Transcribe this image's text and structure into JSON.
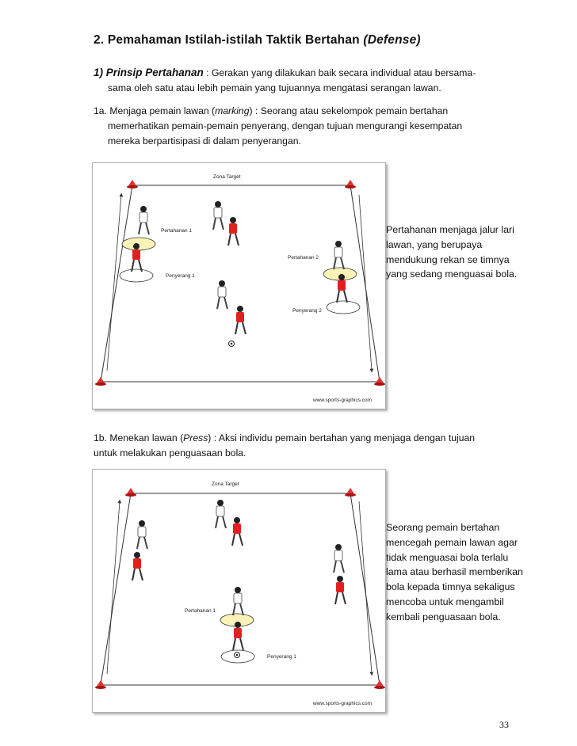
{
  "heading": {
    "text": "2.  Pemahaman Istilah-istilah Taktik Bertahan ",
    "italic": "(Defense)"
  },
  "p1": {
    "lead": "1) Prinsip  Pertahanan",
    "text1": " : Gerakan yang dilakukan baik secara individual atau bersama-",
    "text2": "sama oleh satu atau lebih pemain yang tujuannya mengatasi serangan lawan."
  },
  "p2": {
    "pre": "1a. Menjaga pemain lawan (",
    "em": "marking",
    "post": ") : Seorang atau sekelompok pemain bertahan",
    "line2": "memerhatikan pemain-pemain penyerang,  dengan tujuan mengurangi kesempatan",
    "line3": "mereka berpartisipasi di dalam penyerangan."
  },
  "fig1": {
    "zone": "Zona Target",
    "def1": "Pertahanan 1",
    "att1": "Penyerang 1",
    "def2": "Pertahanan 2",
    "att2": "Penyerang 2",
    "url": "www.sports-graphics.com",
    "note": "Pertahanan menjaga jalur lari lawan, yang berupaya mendukung rekan se timnya yang sedang menguasai bola."
  },
  "p3": {
    "pre": "1b. Menekan lawan (",
    "em": "Press",
    "post": ") : Aksi individu pemain bertahan yang menjaga dengan tujuan",
    "line2": "untuk melakukan penguasaan bola."
  },
  "fig2": {
    "zone": "Zona Target",
    "def1": "Pertahanan 1",
    "att1": "Penyerang 1",
    "url": "www.sports-graphics.com",
    "note": "Seorang pemain bertahan mencegah pemain lawan agar tidak menguasai bola terlalu lama atau berhasil memberikan bola kepada timnya sekaligus  mencoba untuk mengambil kembali penguasaan bola."
  },
  "page_number": "33",
  "colors": {
    "attacker": "#e02020",
    "defender": "#ffffff",
    "ellipse_fill": "#fbf2b8"
  }
}
